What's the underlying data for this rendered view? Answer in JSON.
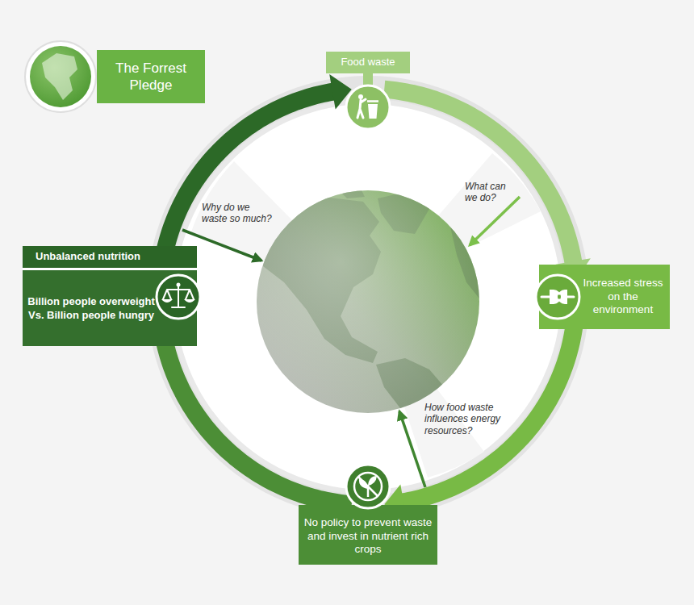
{
  "diagram": {
    "nodes": [
      {
        "text": [
          "The Forrest Pledge"
        ]
      },
      {
        "text": [
          "Food waste"
        ]
      },
      {
        "text": [
          "Increased stress on the environment"
        ]
      },
      {
        "text": [
          "No policy to prevent waste and invest in nutrient rich crops"
        ]
      },
      {
        "text": [
          "Unbalanced nutrition",
          "Billion people overweight Vs. Billion people hungry"
        ]
      }
    ],
    "edges": [
      {
        "from": 1,
        "to": 2,
        "arrow": "to"
      },
      {
        "from": 2,
        "to": 3,
        "arrow": "to"
      },
      {
        "from": 3,
        "to": 4,
        "arrow": "to"
      },
      {
        "from": 4,
        "to": 1,
        "arrow": "to"
      }
    ],
    "labels": [
      "Why do we waste so much?",
      "What can we do?",
      "How food waste influences energy resources?"
    ]
  }
}
